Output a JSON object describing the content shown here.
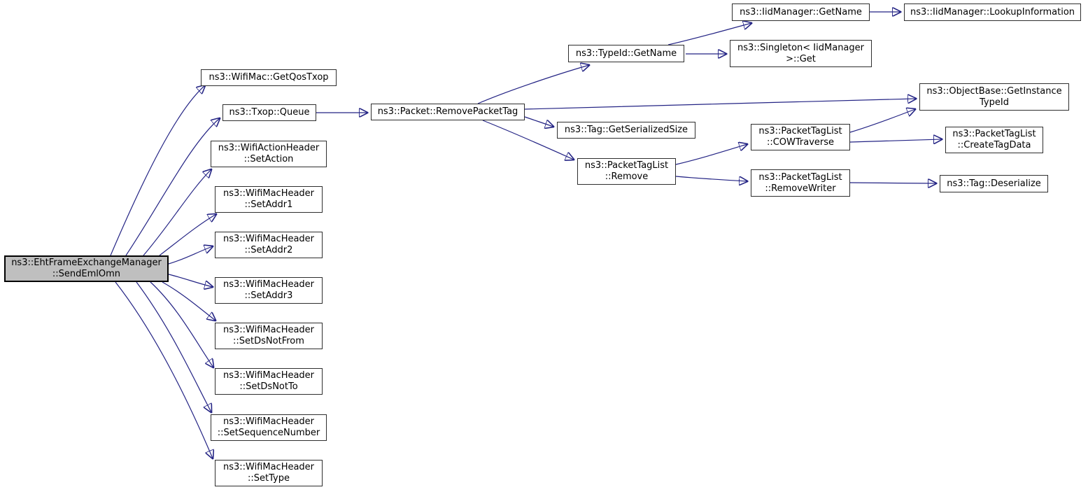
{
  "diagram": {
    "type": "call-graph",
    "title": "ns3::EhtFrameExchangeManager::SendEmlOmn call graph",
    "colors": {
      "edge": "#232384",
      "node_border": "#2e2e2e",
      "node_fill": "#ffffff",
      "root_fill": "#bfbfbf"
    },
    "nodes": [
      {
        "id": "root",
        "label": "ns3::EhtFrameExchangeManager\n::SendEmlOmn"
      },
      {
        "id": "getqostxop",
        "label": "ns3::WifiMac::GetQosTxop"
      },
      {
        "id": "txop-queue",
        "label": "ns3::Txop::Queue"
      },
      {
        "id": "setaction",
        "label": "ns3::WifiActionHeader\n::SetAction"
      },
      {
        "id": "setaddr1",
        "label": "ns3::WifiMacHeader\n::SetAddr1"
      },
      {
        "id": "setaddr2",
        "label": "ns3::WifiMacHeader\n::SetAddr2"
      },
      {
        "id": "setaddr3",
        "label": "ns3::WifiMacHeader\n::SetAddr3"
      },
      {
        "id": "setdsnotfrom",
        "label": "ns3::WifiMacHeader\n::SetDsNotFrom"
      },
      {
        "id": "setdsnotto",
        "label": "ns3::WifiMacHeader\n::SetDsNotTo"
      },
      {
        "id": "setsequencenumber",
        "label": "ns3::WifiMacHeader\n::SetSequenceNumber"
      },
      {
        "id": "settype",
        "label": "ns3::WifiMacHeader\n::SetType"
      },
      {
        "id": "removepackettag",
        "label": "ns3::Packet::RemovePacketTag"
      },
      {
        "id": "typeid-getname",
        "label": "ns3::TypeId::GetName"
      },
      {
        "id": "iidmanager-getname",
        "label": "ns3::IidManager::GetName"
      },
      {
        "id": "lookupinformation",
        "label": "ns3::IidManager::LookupInformation"
      },
      {
        "id": "singleton-get",
        "label": "ns3::Singleton< IidManager\n>::Get"
      },
      {
        "id": "getserializedsize",
        "label": "ns3::Tag::GetSerializedSize"
      },
      {
        "id": "packettaglist-remove",
        "label": "ns3::PacketTagList\n::Remove"
      },
      {
        "id": "cowtraverse",
        "label": "ns3::PacketTagList\n::COWTraverse"
      },
      {
        "id": "removewriter",
        "label": "ns3::PacketTagList\n::RemoveWriter"
      },
      {
        "id": "getinstancetypeid",
        "label": "ns3::ObjectBase::GetInstance\nTypeId"
      },
      {
        "id": "createtagdata",
        "label": "ns3::PacketTagList\n::CreateTagData"
      },
      {
        "id": "tag-deserialize",
        "label": "ns3::Tag::Deserialize"
      }
    ],
    "edges": [
      {
        "from": "root",
        "to": "getqostxop"
      },
      {
        "from": "root",
        "to": "txop-queue"
      },
      {
        "from": "root",
        "to": "setaction"
      },
      {
        "from": "root",
        "to": "setaddr1"
      },
      {
        "from": "root",
        "to": "setaddr2"
      },
      {
        "from": "root",
        "to": "setaddr3"
      },
      {
        "from": "root",
        "to": "setdsnotfrom"
      },
      {
        "from": "root",
        "to": "setdsnotto"
      },
      {
        "from": "root",
        "to": "setsequencenumber"
      },
      {
        "from": "root",
        "to": "settype"
      },
      {
        "from": "txop-queue",
        "to": "removepackettag"
      },
      {
        "from": "removepackettag",
        "to": "typeid-getname"
      },
      {
        "from": "removepackettag",
        "to": "getinstancetypeid"
      },
      {
        "from": "removepackettag",
        "to": "getserializedsize"
      },
      {
        "from": "removepackettag",
        "to": "packettaglist-remove"
      },
      {
        "from": "typeid-getname",
        "to": "iidmanager-getname"
      },
      {
        "from": "typeid-getname",
        "to": "singleton-get"
      },
      {
        "from": "iidmanager-getname",
        "to": "lookupinformation"
      },
      {
        "from": "packettaglist-remove",
        "to": "cowtraverse"
      },
      {
        "from": "packettaglist-remove",
        "to": "removewriter"
      },
      {
        "from": "cowtraverse",
        "to": "getinstancetypeid"
      },
      {
        "from": "cowtraverse",
        "to": "createtagdata"
      },
      {
        "from": "removewriter",
        "to": "tag-deserialize"
      }
    ]
  }
}
